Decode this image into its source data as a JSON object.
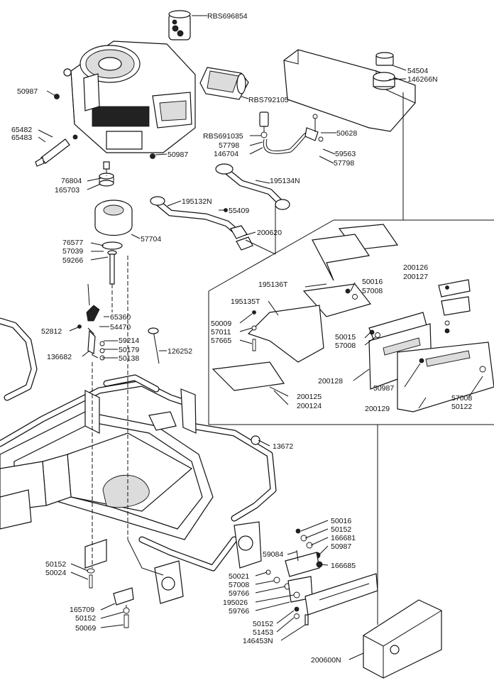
{
  "labels": [
    "RBS696854",
    "54504",
    "146266N",
    "RBS792105",
    "50987",
    "65482",
    "65483",
    "RBS691035",
    "57798",
    "146704",
    "50628",
    "59563",
    "57798",
    "50987",
    "195134N",
    "76804",
    "165703",
    "195132N",
    "55409",
    "200620",
    "57704",
    "76577",
    "57039",
    "59266",
    "200126",
    "200127",
    "195136T",
    "50016",
    "57008",
    "195135T",
    "50009",
    "57011",
    "57665",
    "50015",
    "57008",
    "65360",
    "54470",
    "52812",
    "59214",
    "50179",
    "136682",
    "50138",
    "126252",
    "200128",
    "50987",
    "200125",
    "200124",
    "200129",
    "57008",
    "50122",
    "13672",
    "50016",
    "50152",
    "166681",
    "50987",
    "59084",
    "166685",
    "50152",
    "50024",
    "50021",
    "57008",
    "59766",
    "195026",
    "59766",
    "165709",
    "50152",
    "50069",
    "50152",
    "51453",
    "146453N",
    "200600N"
  ]
}
